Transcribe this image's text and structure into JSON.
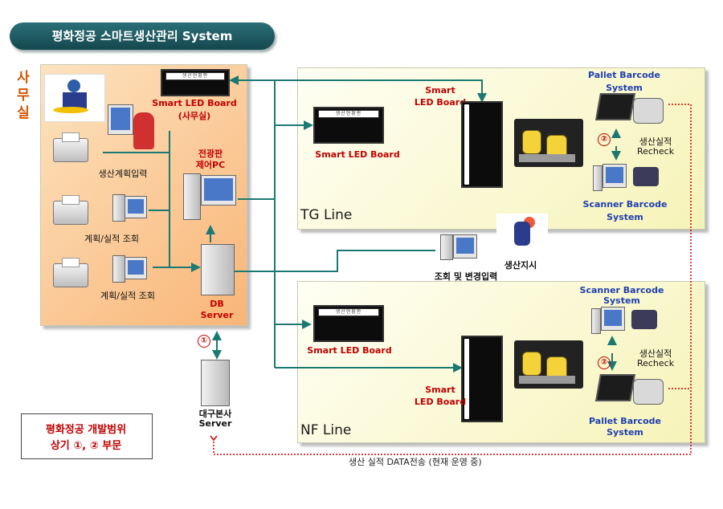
{
  "title": "평화정공 스마트생산관리 System",
  "office": {
    "label": "사무실",
    "led_board_header": "생산현황판",
    "smart_led_label_line1": "Smart LED Board",
    "smart_led_label_line2": "(사무실)",
    "pc_production_plan": "생산계획입력",
    "pc_query1": "계획/실적 조회",
    "pc_query2": "계획/실적 조회",
    "board_pc_line1": "전광판",
    "board_pc_line2": "제어PC",
    "db_server_line1": "DB",
    "db_server_line2": "Server"
  },
  "hq_server": {
    "line1": "대구본사",
    "line2": "Server"
  },
  "query_change": "조회 및 변경입력",
  "production_instruction": "생산지시",
  "tg": {
    "name": "TG Line",
    "led_header": "생산현황판",
    "smart_led_board": "Smart LED Board",
    "smart_led_vertical_line1": "Smart",
    "smart_led_vertical_line2": "LED Board",
    "pallet_line1": "Pallet Barcode",
    "pallet_line2": "System",
    "recheck_line1": "생산실적",
    "recheck_line2": "Recheck",
    "scanner_line1": "Scanner Barcode",
    "scanner_line2": "System",
    "num": "②"
  },
  "nf": {
    "name": "NF Line",
    "led_header": "생산현황판",
    "smart_led_board": "Smart LED Board",
    "smart_led_vertical_line1": "Smart",
    "smart_led_vertical_line2": "LED Board",
    "scanner_line1": "Scanner Barcode",
    "scanner_line2": "System",
    "recheck_line1": "생산실적",
    "recheck_line2": "Recheck",
    "pallet_line1": "Pallet  Barcode",
    "pallet_line2": "System",
    "num": "②"
  },
  "num1": "①",
  "scope": {
    "line1": "평화정공 개발범위",
    "line2": "상기 ①, ② 부문"
  },
  "data_transfer_note": "생산 실적 DATA전송 (현재 운영 중)",
  "colors": {
    "connector": "#1a7a73",
    "dotted": "#cc0000",
    "office_bg": "#f9b577",
    "line_bg": "#f6f3b8"
  }
}
